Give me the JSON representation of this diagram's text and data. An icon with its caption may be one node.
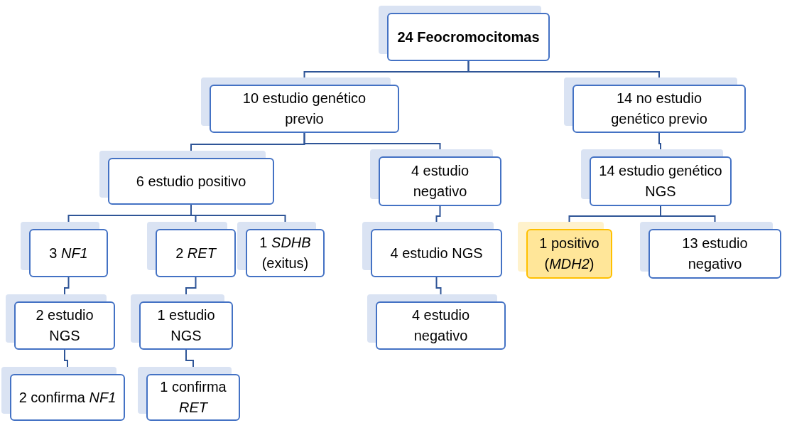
{
  "diagram": {
    "nodes": [
      {
        "text": [
          "24 Feocromocitomas"
        ]
      },
      {
        "text": [
          "10 estudio genético previo"
        ]
      },
      {
        "text": [
          "14 no estudio genético previo"
        ]
      },
      {
        "text": [
          "6 estudio positivo"
        ]
      },
      {
        "text": [
          "4 estudio negativo"
        ]
      },
      {
        "text": [
          "14 estudio genético NGS"
        ]
      },
      {
        "text": [
          "3 *NF1*"
        ]
      },
      {
        "text": [
          "2 *RET*"
        ]
      },
      {
        "text": [
          "1 *SDHB* (exitus)"
        ]
      },
      {
        "text": [
          "4 estudio NGS"
        ]
      },
      {
        "text": [
          "1 positivo (*MDH2*)"
        ]
      },
      {
        "text": [
          "13 estudio negativo"
        ]
      },
      {
        "text": [
          "2 estudio NGS"
        ]
      },
      {
        "text": [
          "1 estudio NGS"
        ]
      },
      {
        "text": [
          "4 estudio negativo"
        ]
      },
      {
        "text": [
          "2 confirma *NF1*"
        ]
      },
      {
        "text": [
          "1 confirma *RET*"
        ]
      }
    ],
    "edges": [
      {
        "from": 0,
        "to": 1,
        "arrow": "none"
      },
      {
        "from": 0,
        "to": 2,
        "arrow": "none"
      },
      {
        "from": 1,
        "to": 3,
        "arrow": "none"
      },
      {
        "from": 1,
        "to": 4,
        "arrow": "none"
      },
      {
        "from": 2,
        "to": 5,
        "arrow": "none"
      },
      {
        "from": 3,
        "to": 6,
        "arrow": "none"
      },
      {
        "from": 3,
        "to": 7,
        "arrow": "none"
      },
      {
        "from": 3,
        "to": 8,
        "arrow": "none"
      },
      {
        "from": 4,
        "to": 9,
        "arrow": "none"
      },
      {
        "from": 5,
        "to": 10,
        "arrow": "none"
      },
      {
        "from": 5,
        "to": 11,
        "arrow": "none"
      },
      {
        "from": 6,
        "to": 12,
        "arrow": "none"
      },
      {
        "from": 12,
        "to": 15,
        "arrow": "none"
      },
      {
        "from": 7,
        "to": 13,
        "arrow": "none"
      },
      {
        "from": 13,
        "to": 16,
        "arrow": "none"
      },
      {
        "from": 9,
        "to": 14,
        "arrow": "none"
      }
    ]
  }
}
